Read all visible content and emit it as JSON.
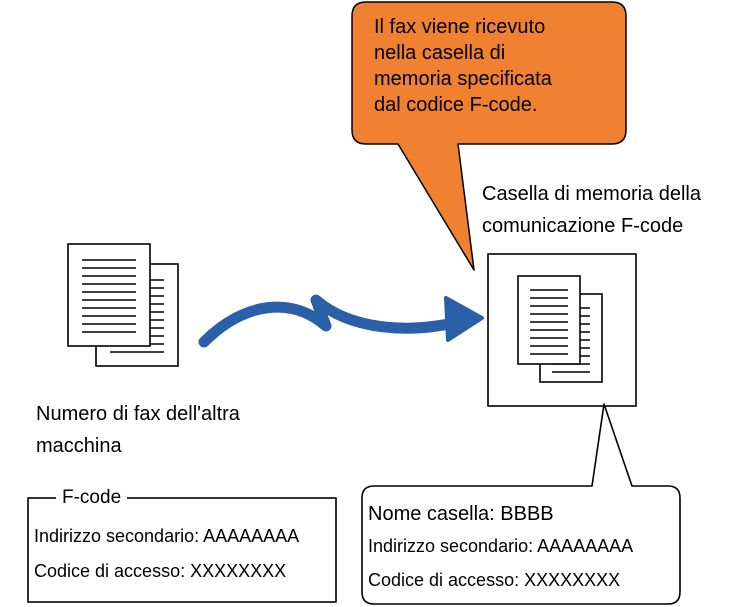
{
  "callout": {
    "lines": [
      "Il fax viene ricevuto",
      "nella casella di",
      "memoria specificata",
      "dal codice F-code."
    ],
    "color": "#F08130"
  },
  "memory_box": {
    "title_lines": [
      "Casella di memoria della",
      "comunicazione F-code"
    ]
  },
  "sender": {
    "label_lines": [
      "Numero di fax dell'altra",
      "macchina"
    ]
  },
  "fcode_box": {
    "legend": "F-code",
    "sub_address": "Indirizzo secondario: AAAAAAAA",
    "access_code": "Codice di accesso: XXXXXXXX"
  },
  "box_info": {
    "box_name": "Nome casella: BBBB",
    "sub_address": "Indirizzo secondario: AAAAAAAA",
    "access_code": "Codice di accesso: XXXXXXXX"
  },
  "arrow_color": "#2B5FA8",
  "icons": [
    "document-stack-icon",
    "document-stack-icon",
    "transmission-arrow-icon"
  ]
}
